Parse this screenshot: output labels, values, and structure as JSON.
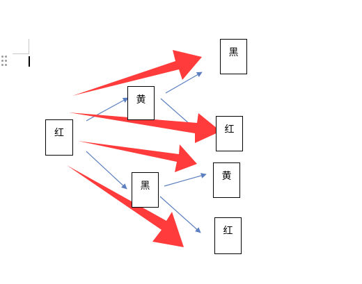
{
  "canvas": {
    "background": "#ffffff"
  },
  "colors": {
    "thin_arrow": "#5b7fbf",
    "thick_arrow": "#ff3b3b",
    "box_border": "#000000"
  },
  "icons": {
    "drag_handle": "grip-dots-icon",
    "text_cursor": "text-cursor-icon"
  },
  "nodes": {
    "root": "红",
    "mid_top": "黄",
    "mid_bottom": "黑",
    "leaf_1": "黑",
    "leaf_2": "红",
    "leaf_3": "黄",
    "leaf_4": "红"
  }
}
